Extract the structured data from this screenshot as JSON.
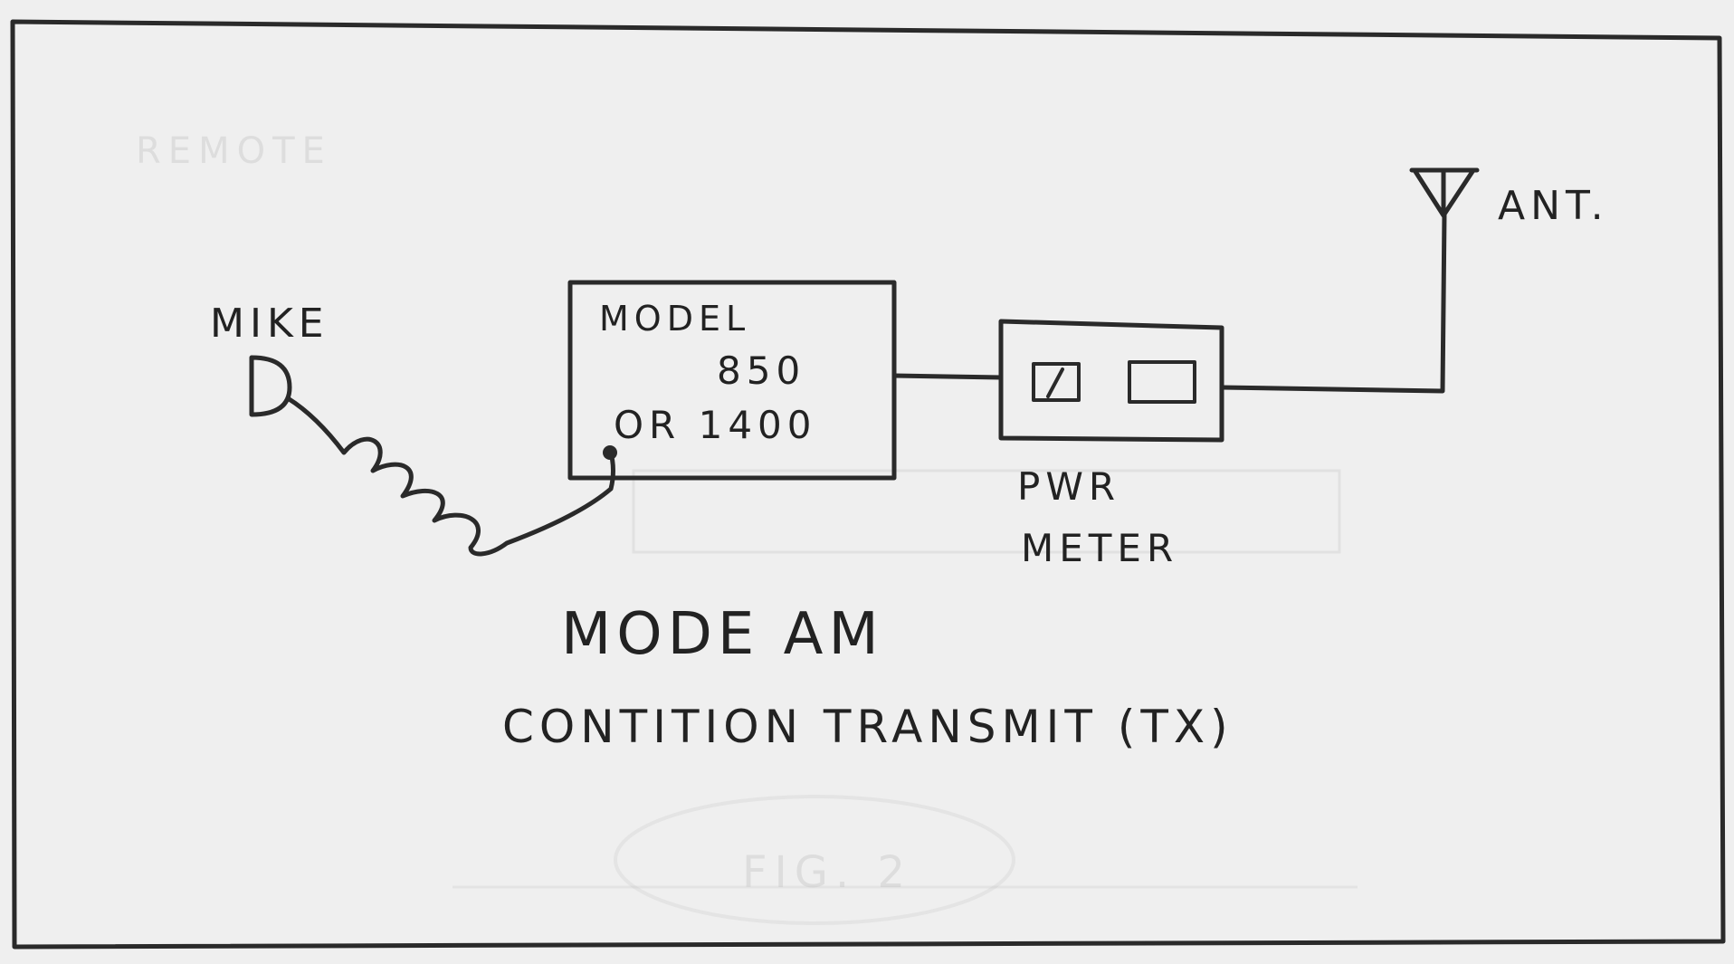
{
  "labels": {
    "mike": "MIKE",
    "model_line1": "MODEL",
    "model_line2": "850",
    "model_line3": "OR 1400",
    "power_meter_line1": "PWR",
    "power_meter_line2": "METER",
    "antenna": "ANT.",
    "mode": "MODE AM",
    "condition": "CONTITION TRANSMIT (TX)"
  },
  "colors": {
    "paper": "#efefef",
    "ink": "#2a2a2a"
  }
}
